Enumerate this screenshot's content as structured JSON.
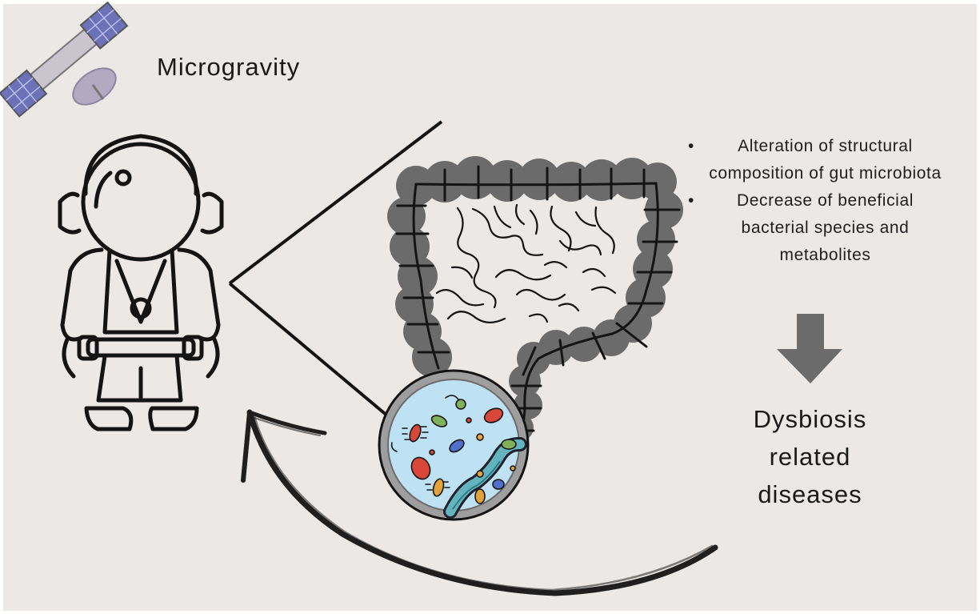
{
  "title": "Microgravity",
  "effects": [
    "Alteration of structural composition of gut microbiota",
    "Decrease of beneficial bacterial species and metabolites"
  ],
  "outcome": "Dysbiosis related diseases",
  "colors": {
    "background": "#ebe8e6",
    "outline": "#141414",
    "colon": "#6b6b6b",
    "arrow": "#6b6b6b",
    "satellite_panel": "#6d72b8",
    "satellite_dish": "#b3a9c1",
    "microscope_fluid": "#bfe1f4"
  },
  "icons": [
    "satellite-icon",
    "astronaut-icon",
    "colon-icon",
    "bacteria-magnifier-icon",
    "down-arrow-icon",
    "curved-arrow-icon"
  ]
}
